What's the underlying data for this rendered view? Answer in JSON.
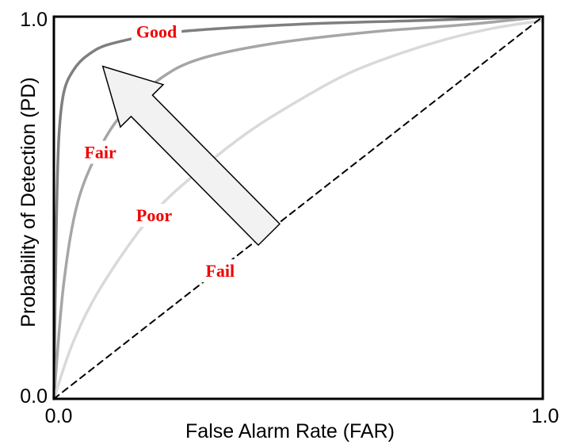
{
  "chart_data": {
    "type": "line",
    "title": "",
    "xlabel": "False Alarm Rate (FAR)",
    "ylabel": "Probability of Detection (PD)",
    "xlim": [
      0,
      1
    ],
    "ylim": [
      0,
      1
    ],
    "x_ticks": [
      "0.0",
      "1.0"
    ],
    "y_ticks": [
      "0.0",
      "1.0"
    ],
    "grid": false,
    "series": [
      {
        "name": "Good",
        "color": "#7f7f7f",
        "points": [
          [
            0,
            0
          ],
          [
            0.005,
            0.45
          ],
          [
            0.01,
            0.68
          ],
          [
            0.02,
            0.8
          ],
          [
            0.04,
            0.86
          ],
          [
            0.07,
            0.9
          ],
          [
            0.12,
            0.93
          ],
          [
            0.25,
            0.96
          ],
          [
            0.5,
            0.98
          ],
          [
            0.75,
            0.99
          ],
          [
            1,
            1
          ]
        ]
      },
      {
        "name": "Fair",
        "color": "#a6a6a6",
        "points": [
          [
            0,
            0
          ],
          [
            0.02,
            0.3
          ],
          [
            0.05,
            0.52
          ],
          [
            0.1,
            0.67
          ],
          [
            0.15,
            0.76
          ],
          [
            0.22,
            0.84
          ],
          [
            0.3,
            0.89
          ],
          [
            0.45,
            0.93
          ],
          [
            0.65,
            0.96
          ],
          [
            0.85,
            0.98
          ],
          [
            1,
            1
          ]
        ]
      },
      {
        "name": "Poor",
        "color": "#d9d9d9",
        "points": [
          [
            0,
            0
          ],
          [
            0.04,
            0.15
          ],
          [
            0.1,
            0.3
          ],
          [
            0.2,
            0.48
          ],
          [
            0.3,
            0.6
          ],
          [
            0.4,
            0.7
          ],
          [
            0.5,
            0.78
          ],
          [
            0.6,
            0.85
          ],
          [
            0.7,
            0.9
          ],
          [
            0.8,
            0.94
          ],
          [
            0.9,
            0.97
          ],
          [
            1,
            0.99
          ]
        ]
      },
      {
        "name": "Fail",
        "color": "#000000",
        "dashed": true,
        "points": [
          [
            0,
            0
          ],
          [
            1,
            1
          ]
        ]
      }
    ],
    "annotations": [
      {
        "text": "Good",
        "x": 0.21,
        "y": 0.955,
        "color": "#ee0000"
      },
      {
        "text": "Fair",
        "x": 0.095,
        "y": 0.64,
        "color": "#ee0000"
      },
      {
        "text": "Poor",
        "x": 0.205,
        "y": 0.475,
        "color": "#ee0000"
      },
      {
        "text": "Fail",
        "x": 0.34,
        "y": 0.33,
        "color": "#ee0000"
      }
    ],
    "arrow": {
      "from": [
        0.44,
        0.43
      ],
      "to": [
        0.1,
        0.87
      ],
      "fill": "#f2f2f2",
      "stroke": "#000000"
    }
  }
}
